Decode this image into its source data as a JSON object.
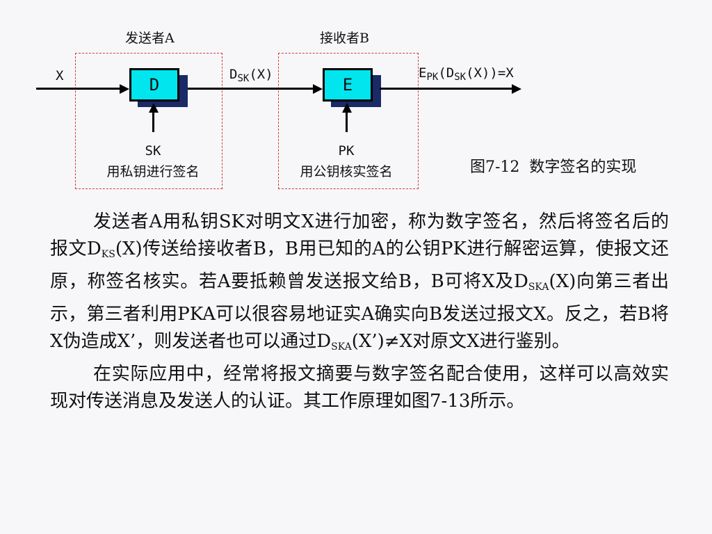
{
  "diagram": {
    "sender_title": "发送者A",
    "receiver_title": "接收者B",
    "input_label": "X",
    "decrypt_box": "D",
    "encrypt_box": "E",
    "mid_label_main": "D",
    "mid_label_sub": "SK",
    "mid_label_tail": "(X)",
    "out_label_E": "E",
    "out_label_E_sub": "PK",
    "out_label_open": "(D",
    "out_label_D_sub": "SK",
    "out_label_tail": "(X))=X",
    "sender_key": "SK",
    "sender_action": "用私钥进行签名",
    "receiver_key": "PK",
    "receiver_action": "用公钥核实签名",
    "caption": "图7-12  数字签名的实现"
  },
  "text": {
    "p1_a": "发送者A用私钥SK对明文X进行加密，称为数字签名，然后将签名后的报文D",
    "p1_sub1": "KS",
    "p1_b": "(X)传送给接收者B，B用已知的A的公钥PK进行解密运算，使报文还原，称签名核实。若A要抵赖曾发送报文给B，B可将X及D",
    "p1_sub2": "SKA",
    "p1_c": "(X)向第三者出示，第三者利用PKA可以很容易地证实A确实向B发送过报文X。反之，若B将X伪造成X’，则发送者也可以通过D",
    "p1_sub3": "SKA",
    "p1_d": "(X’)≠X对原文X进行鉴别。",
    "p2": "在实际应用中，经常将报文摘要与数字签名配合使用，这样可以高效实现对传送消息及发送人的认证。其工作原理如图7-13所示。"
  }
}
